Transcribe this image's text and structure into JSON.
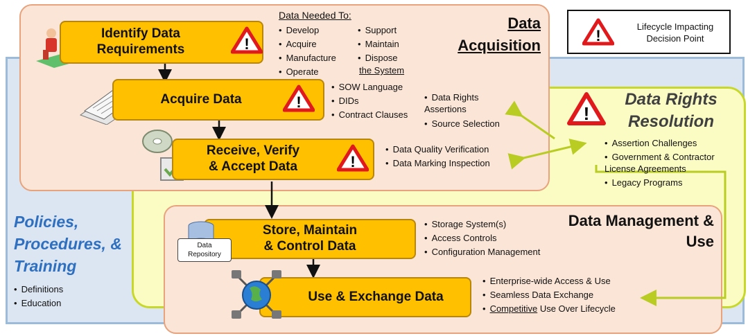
{
  "legend": {
    "text": "Lifecycle Impacting Decision Point"
  },
  "data_acquisition": {
    "title_line1": "Data",
    "title_line2": "Acquisition",
    "identify": {
      "label_line1": "Identify Data",
      "label_line2": "Requirements"
    },
    "data_needed": {
      "header": "Data Needed To:",
      "col1": [
        "Develop",
        "Acquire",
        "Manufacture",
        "Operate"
      ],
      "col2": [
        "Support",
        "Maintain",
        "Dispose"
      ],
      "footer": "the System"
    },
    "acquire": {
      "label": "Acquire Data",
      "bullets": [
        "SOW  Language",
        "DIDs",
        "Contract Clauses"
      ],
      "rights_bullets": [
        "Data Rights Assertions",
        "Source Selection"
      ]
    },
    "receive": {
      "label_line1": "Receive, Verify",
      "label_line2": "& Accept Data",
      "bullets": [
        "Data Quality Verification",
        "Data Marking Inspection"
      ]
    }
  },
  "data_rights": {
    "title_line1": "Data Rights",
    "title_line2": "Resolution",
    "bullets": [
      "Assertion Challenges",
      "Government & Contractor License Agreements",
      "Legacy Programs"
    ]
  },
  "policies": {
    "title_line1": "Policies,",
    "title_line2": "Procedures, &",
    "title_line3": "Training",
    "bullets": [
      "Definitions",
      "Education"
    ]
  },
  "data_management": {
    "title_line1": "Data Management &",
    "title_line2": "Use",
    "store": {
      "label_line1": "Store, Maintain",
      "label_line2": "& Control Data",
      "repository_line1": "Data",
      "repository_line2": "Repository",
      "bullets": [
        "Storage System(s)",
        "Access Controls",
        "Configuration Management"
      ]
    },
    "use": {
      "label": "Use & Exchange Data",
      "bullets": [
        "Enterprise-wide Access & Use",
        "Seamless Data Exchange"
      ],
      "last_bullet_underlined": "Competitive",
      "last_bullet_rest": " Use Over Lifecycle"
    }
  },
  "colors": {
    "process_box": "#ffc000",
    "acquisition_panel": "#fbe5d6",
    "rights_panel": "#fbfbc4",
    "policies_panel": "#dce6f2",
    "warning_red": "#e0191c",
    "policy_text": "#2e6fbf",
    "arrow_green": "#b9cc24"
  },
  "icons": [
    "warning-triangle-icon",
    "people-meeting-icon",
    "documents-icon",
    "cd-disc-icon",
    "checkmark-icon",
    "database-icon",
    "globe-network-icon"
  ]
}
